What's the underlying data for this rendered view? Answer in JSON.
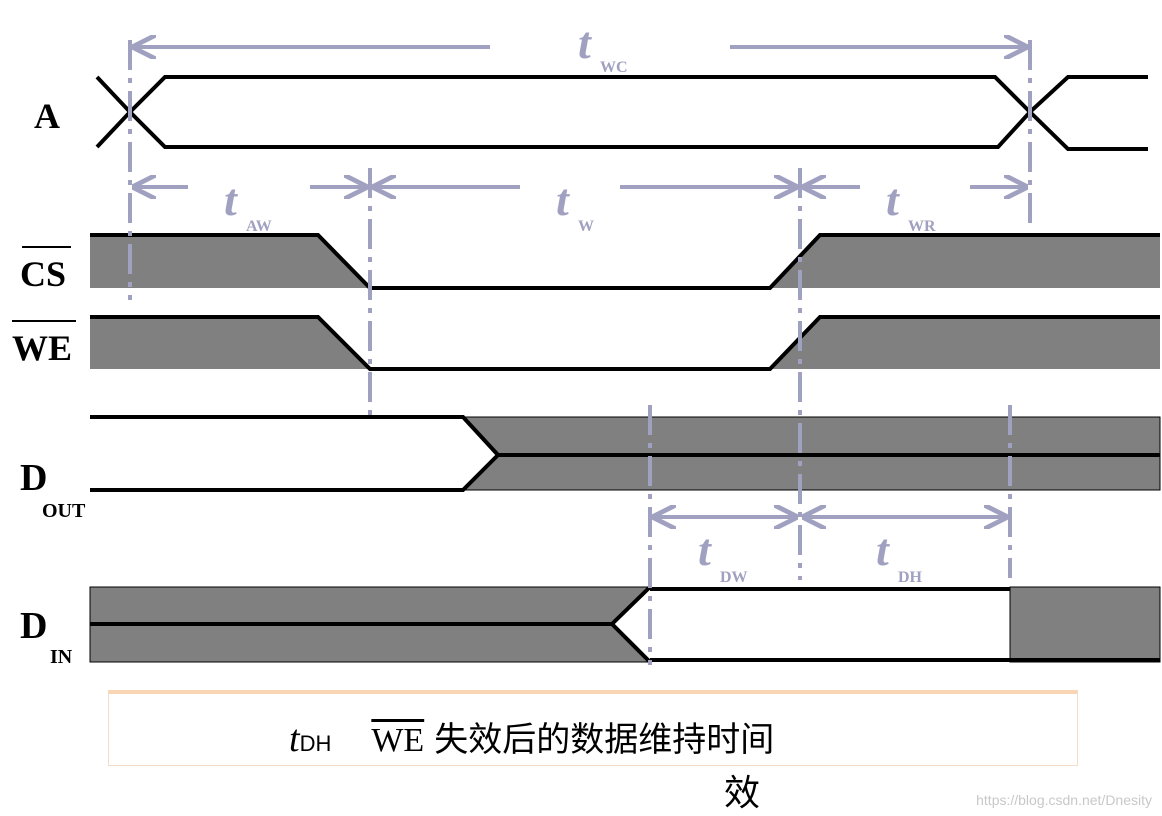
{
  "signals": {
    "a": "A",
    "cs": "CS",
    "we": "WE",
    "dout_main": "D",
    "dout_sub": "OUT",
    "din_main": "D",
    "din_sub": "IN"
  },
  "timings": {
    "twc": {
      "t": "t",
      "sub": "WC"
    },
    "taw": {
      "t": "t",
      "sub": "AW"
    },
    "tw": {
      "t": "t",
      "sub": "W"
    },
    "twr": {
      "t": "t",
      "sub": "WR"
    },
    "tdw": {
      "t": "t",
      "sub": "DW"
    },
    "tdh": {
      "t": "t",
      "sub": "DH"
    }
  },
  "caption": {
    "t": "t",
    "sub": "DH",
    "we": "WE",
    "text": "失效后的数据维持时间",
    "overflow": "效"
  },
  "watermark": "https://blog.csdn.net/Dnesity",
  "colors": {
    "wave": "#000000",
    "fill": "#808080",
    "annotation": "#a0a0c0"
  }
}
